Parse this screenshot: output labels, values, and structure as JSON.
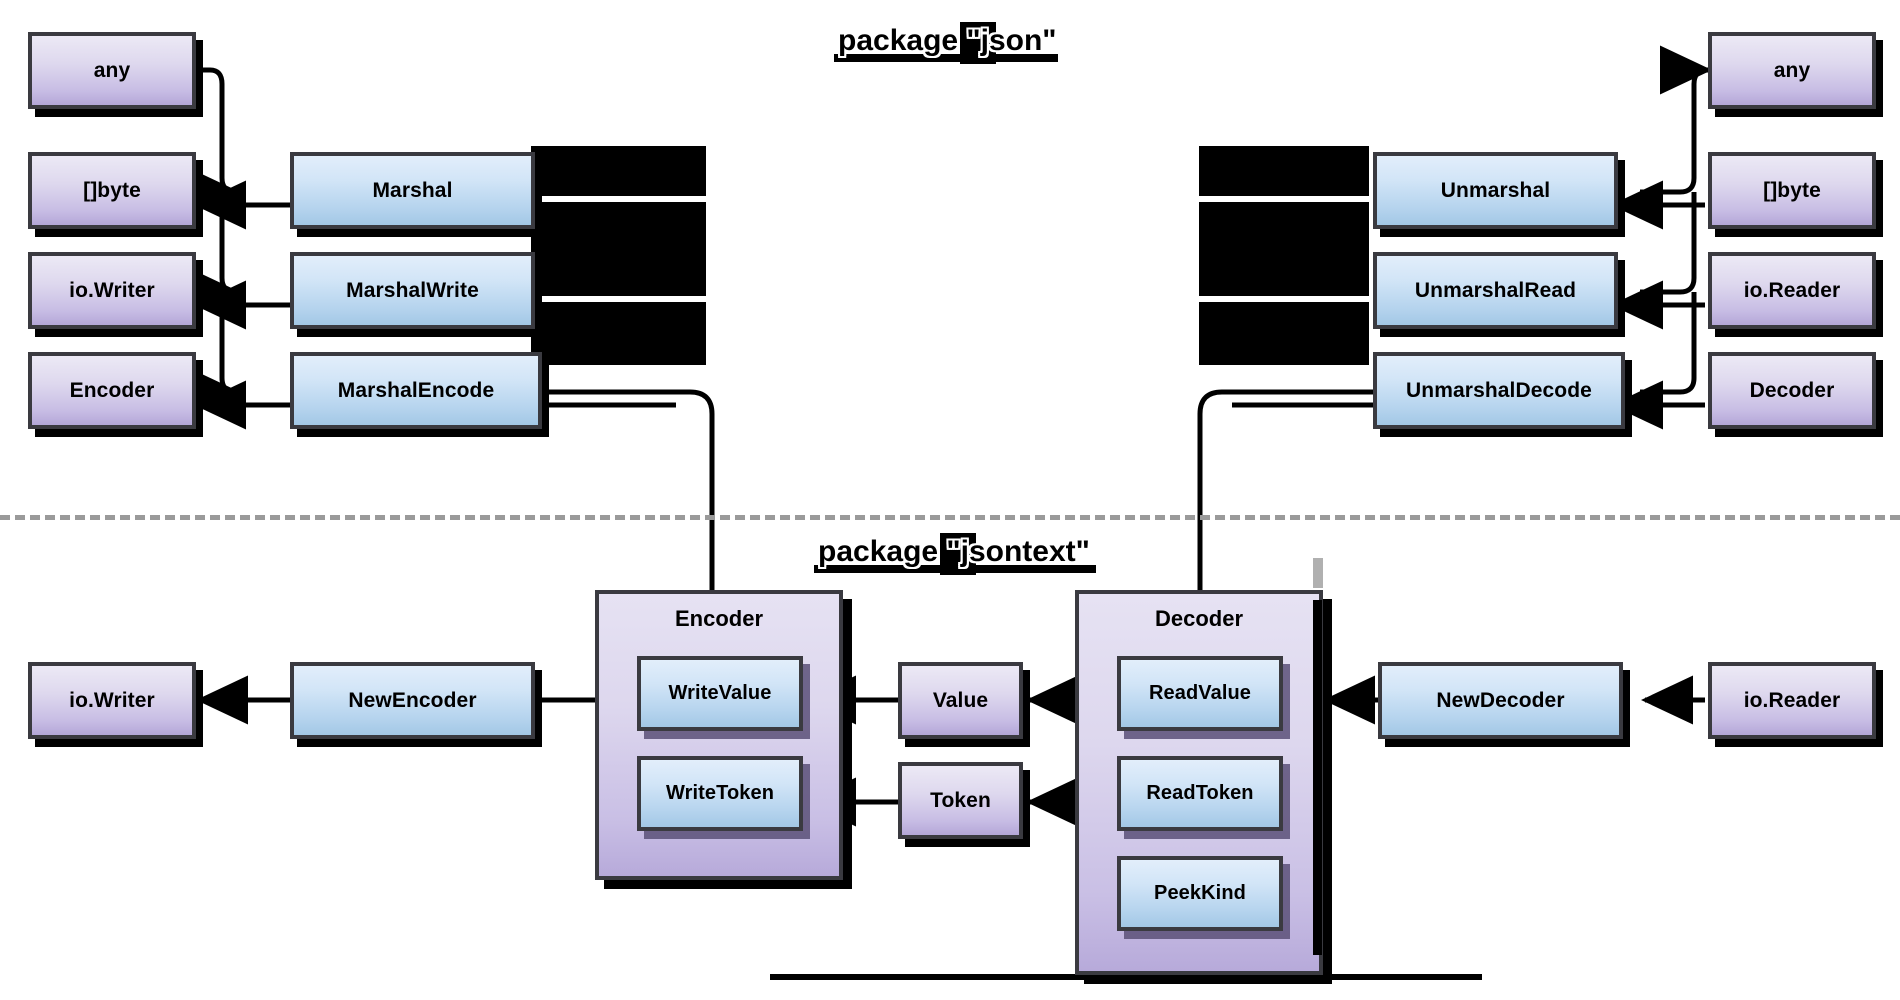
{
  "diagram": {
    "title_top": "package \"json\"",
    "title_bottom": "package \"jsontext\"",
    "colors": {
      "type_box_fill_top": "#ece9f5",
      "type_box_fill_bottom": "#b4a7d8",
      "func_box_fill_top": "#e2eefb",
      "func_box_fill_bottom": "#a3c8e6",
      "group_fill_top": "#e6e2f3",
      "group_fill_bottom": "#b7aada",
      "border": "#3a3a40",
      "shadow": "#000000",
      "divider": "#9a9a9a",
      "artifact_black": "#000000",
      "artifact_grey": "#b0b0b0"
    }
  },
  "json_package": {
    "left_types": [
      {
        "label": "any"
      },
      {
        "label": "[]byte"
      },
      {
        "label": "io.Writer"
      },
      {
        "label": "Encoder"
      }
    ],
    "left_funcs": [
      {
        "label": "Marshal"
      },
      {
        "label": "MarshalWrite"
      },
      {
        "label": "MarshalEncode"
      }
    ],
    "right_funcs": [
      {
        "label": "Unmarshal"
      },
      {
        "label": "UnmarshalRead"
      },
      {
        "label": "UnmarshalDecode"
      }
    ],
    "right_types": [
      {
        "label": "any"
      },
      {
        "label": "[]byte"
      },
      {
        "label": "io.Reader"
      },
      {
        "label": "Decoder"
      }
    ]
  },
  "jsontext_package": {
    "encoder_group": {
      "title": "Encoder",
      "methods": [
        {
          "label": "WriteValue"
        },
        {
          "label": "WriteToken"
        }
      ]
    },
    "decoder_group": {
      "title": "Decoder",
      "methods": [
        {
          "label": "ReadValue"
        },
        {
          "label": "ReadToken"
        },
        {
          "label": "PeekKind"
        }
      ]
    },
    "left_sink": {
      "label": "io.Writer"
    },
    "left_ctor": {
      "label": "NewEncoder"
    },
    "middle_types": [
      {
        "label": "Value"
      },
      {
        "label": "Token"
      }
    ],
    "right_ctor": {
      "label": "NewDecoder"
    },
    "right_source": {
      "label": "io.Reader"
    }
  }
}
